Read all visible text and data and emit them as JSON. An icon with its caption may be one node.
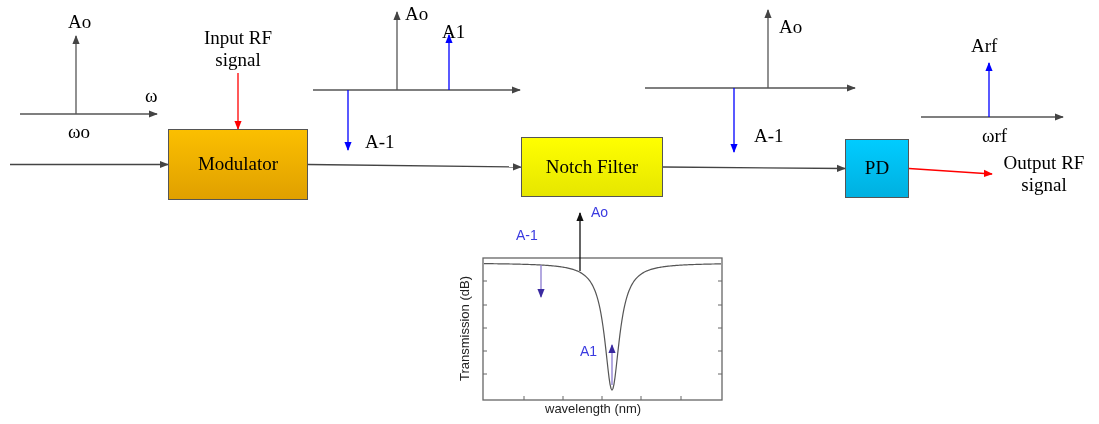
{
  "diagram": {
    "nodes": [
      {
        "text": [
          "Modulator"
        ]
      },
      {
        "text": [
          "Notch Filter"
        ]
      },
      {
        "text": [
          "PD"
        ]
      },
      {
        "text": [
          "Input RF signal"
        ]
      },
      {
        "text": [
          "Output RF signal"
        ]
      }
    ],
    "edges": [
      {
        "from": null,
        "to": 0,
        "arrow": "to"
      },
      {
        "from": 3,
        "to": 0,
        "arrow": "to",
        "color": "#ff0000"
      },
      {
        "from": 0,
        "to": 1,
        "arrow": "to"
      },
      {
        "from": 1,
        "to": 2,
        "arrow": "to"
      },
      {
        "from": 2,
        "to": 4,
        "arrow": "to",
        "color": "#ff0000"
      }
    ],
    "labels": [
      "Ao",
      "ω",
      "ωo",
      "Ao",
      "A1",
      "A-1",
      "Ao",
      "A-1",
      "Arf",
      "ωrf",
      "Ao",
      "A-1",
      "A1",
      "Transmission (dB)",
      "wavelength (nm)"
    ]
  }
}
